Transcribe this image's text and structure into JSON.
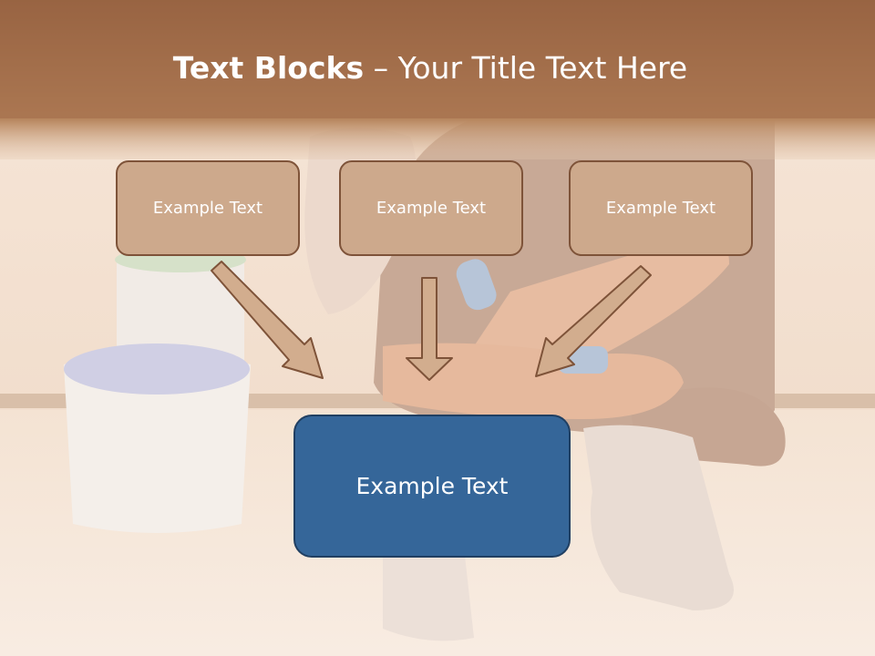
{
  "slide": {
    "title_bold": "Text Blocks",
    "title_sep": " – ",
    "title_rest": "Your Title Text Here",
    "top_blocks": [
      {
        "label": "Example Text"
      },
      {
        "label": "Example Text"
      },
      {
        "label": "Example Text"
      }
    ],
    "main_block": {
      "label": "Example Text"
    }
  },
  "colors": {
    "header_band": "#a8714d",
    "block_fill": "#cda98c",
    "block_border": "#7e5339",
    "main_fill": "#356699",
    "main_border": "#203f62",
    "arrow_fill": "#d2ad8e",
    "arrow_stroke": "#7e5339"
  }
}
